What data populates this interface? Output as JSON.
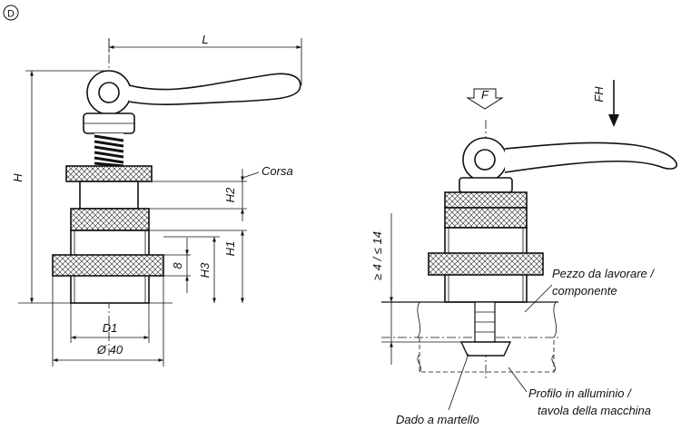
{
  "view_label": "D",
  "left_view": {
    "dimensions": {
      "L": "L",
      "H": "H",
      "H1": "H1",
      "H2": "H2",
      "H3": "H3",
      "eight": "8",
      "D1": "D1",
      "dia40": "Ø 40"
    },
    "stroke_label": "Corsa"
  },
  "right_view": {
    "force_F": "F",
    "force_FH": "FH",
    "range_label": "≥ 4 / ≤ 14",
    "workpiece_line1": "Pezzo da lavorare /",
    "workpiece_line2": "componente",
    "profile_line1": "Profilo in alluminio /",
    "profile_line2": "tavola della macchina",
    "hammer_nut": "Dado a martello"
  },
  "colors": {
    "line": "#111111",
    "background": "#ffffff"
  }
}
